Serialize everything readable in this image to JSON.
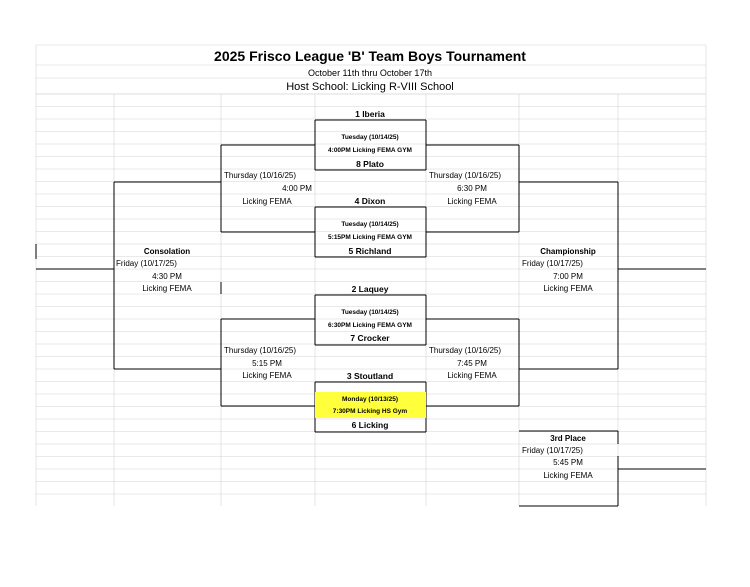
{
  "header": {
    "title": "2025 Frisco League 'B' Team Boys Tournament",
    "dates": "October 11th thru October 17th",
    "host": "Host School: Licking R-VIII School"
  },
  "teams": {
    "t1": "1 Iberia",
    "t8": "8 Plato",
    "t4": "4 Dixon",
    "t5": "5 Richland",
    "t2": "2 Laquey",
    "t7": "7 Crocker",
    "t3": "3 Stoutland",
    "t6": "6 Licking"
  },
  "first_round": [
    {
      "date": "Tuesday (10/14/25)",
      "time_place": "4:00PM Licking FEMA GYM"
    },
    {
      "date": "Tuesday (10/14/25)",
      "time_place": "5:15PM Licking FEMA GYM"
    },
    {
      "date": "Tuesday (10/14/25)",
      "time_place": "6:30PM Licking FEMA GYM"
    },
    {
      "date": "Monday (10/13/25)",
      "time_place": "7:30PM Licking HS Gym",
      "highlight": "#ffff3b"
    }
  ],
  "left_semis": [
    {
      "date": "Thursday (10/16/25)",
      "time": "4:00 PM",
      "place": "Licking FEMA"
    },
    {
      "date": "Thursday (10/16/25)",
      "time": "5:15 PM",
      "place": "Licking FEMA"
    }
  ],
  "right_semis": [
    {
      "date": "Thursday (10/16/25)",
      "time": "6:30 PM",
      "place": "Licking FEMA"
    },
    {
      "date": "Thursday (10/16/25)",
      "time": "7:45 PM",
      "place": "Licking FEMA"
    }
  ],
  "consolation": {
    "label": "Consolation",
    "date": "Friday (10/17/25)",
    "time": "4:30 PM",
    "place": "Licking FEMA"
  },
  "championship": {
    "label": "Championship",
    "date": "Friday (10/17/25)",
    "time": "7:00 PM",
    "place": "Licking FEMA"
  },
  "third_place": {
    "label": "3rd Place",
    "date": "Friday (10/17/25)",
    "time": "5:45 PM",
    "place": "Licking FEMA"
  }
}
